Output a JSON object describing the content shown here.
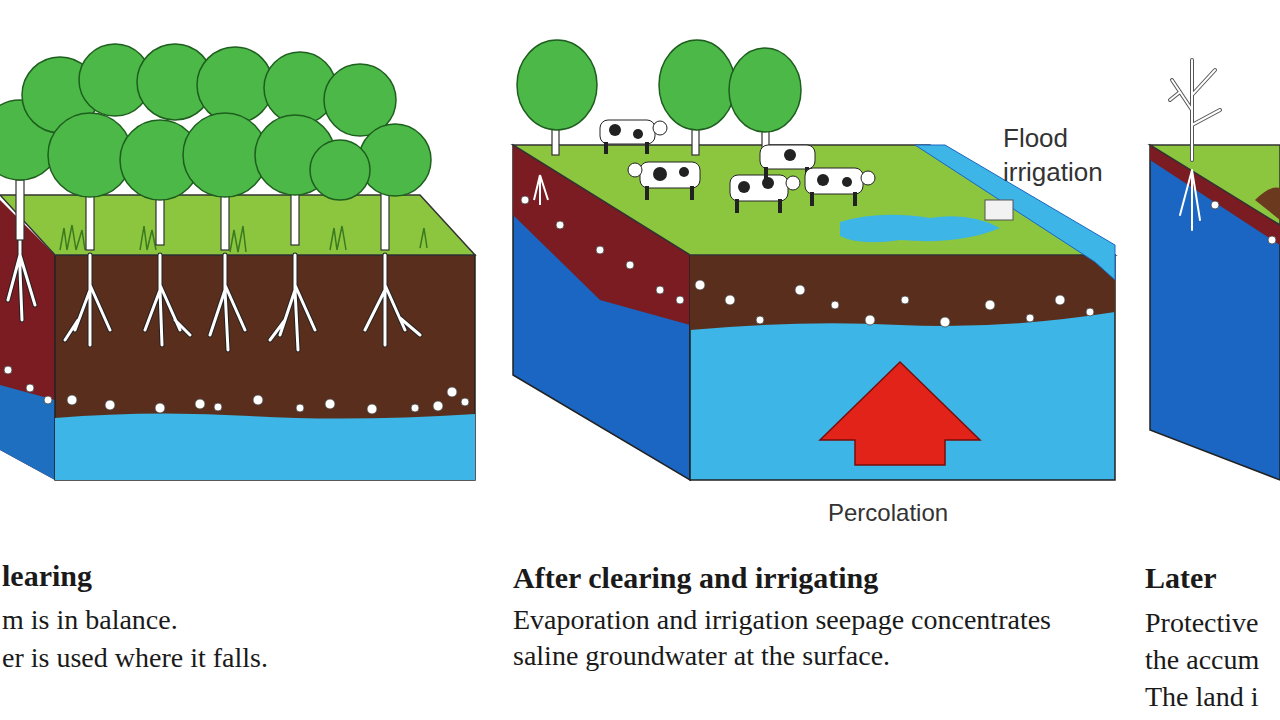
{
  "diagram": {
    "labels": [
      "Flood irrigation",
      "Percolation",
      "learing",
      "m is in balance.",
      "er is used where it falls.",
      "After clearing and irrigating",
      "Evaporation and irrigation seepage concentrates saline groundwater at the surface.",
      "Later",
      "Protective",
      "the accum",
      "The land i"
    ]
  }
}
